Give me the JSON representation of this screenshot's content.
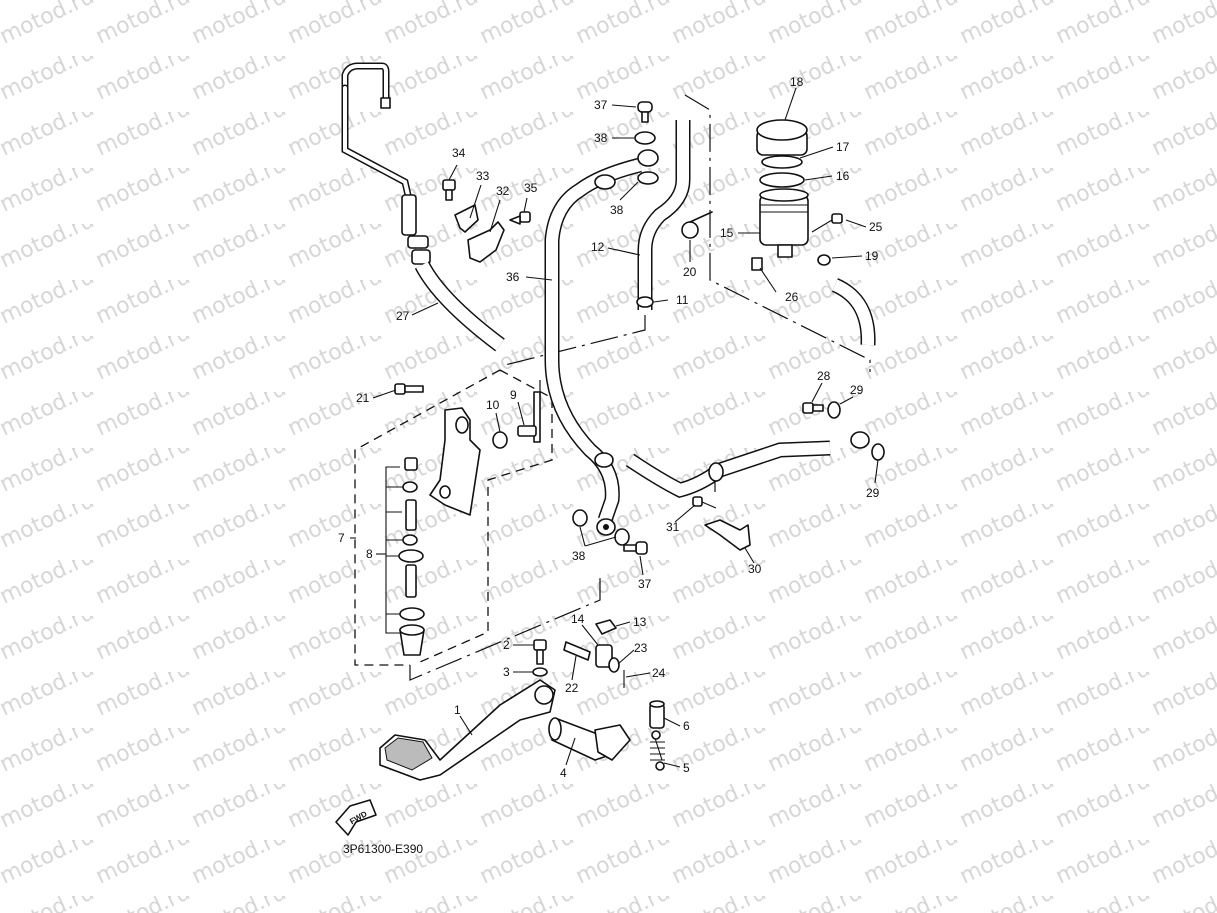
{
  "watermark": {
    "text": "motod.ru",
    "color": "#d6d6d6"
  },
  "diagram": {
    "code": "3P61300-E390",
    "fwd_label": "FWD",
    "callouts": [
      {
        "id": "1",
        "label": "1"
      },
      {
        "id": "2",
        "label": "2"
      },
      {
        "id": "3",
        "label": "3"
      },
      {
        "id": "4",
        "label": "4"
      },
      {
        "id": "5",
        "label": "5"
      },
      {
        "id": "6",
        "label": "6"
      },
      {
        "id": "7",
        "label": "7"
      },
      {
        "id": "8",
        "label": "8"
      },
      {
        "id": "9",
        "label": "9"
      },
      {
        "id": "10",
        "label": "10"
      },
      {
        "id": "11",
        "label": "11"
      },
      {
        "id": "12",
        "label": "12"
      },
      {
        "id": "13",
        "label": "13"
      },
      {
        "id": "14",
        "label": "14"
      },
      {
        "id": "15",
        "label": "15"
      },
      {
        "id": "16",
        "label": "16"
      },
      {
        "id": "17",
        "label": "17"
      },
      {
        "id": "18",
        "label": "18"
      },
      {
        "id": "19",
        "label": "19"
      },
      {
        "id": "20",
        "label": "20"
      },
      {
        "id": "21",
        "label": "21"
      },
      {
        "id": "22",
        "label": "22"
      },
      {
        "id": "23",
        "label": "23"
      },
      {
        "id": "24",
        "label": "24"
      },
      {
        "id": "25",
        "label": "25"
      },
      {
        "id": "26",
        "label": "26"
      },
      {
        "id": "27",
        "label": "27"
      },
      {
        "id": "28",
        "label": "28"
      },
      {
        "id": "29a",
        "label": "29"
      },
      {
        "id": "29b",
        "label": "29"
      },
      {
        "id": "30",
        "label": "30"
      },
      {
        "id": "31",
        "label": "31"
      },
      {
        "id": "32",
        "label": "32"
      },
      {
        "id": "33",
        "label": "33"
      },
      {
        "id": "34",
        "label": "34"
      },
      {
        "id": "35",
        "label": "35"
      },
      {
        "id": "36",
        "label": "36"
      },
      {
        "id": "37a",
        "label": "37"
      },
      {
        "id": "37b",
        "label": "37"
      },
      {
        "id": "38a",
        "label": "38"
      },
      {
        "id": "38b",
        "label": "38"
      },
      {
        "id": "38c",
        "label": "38"
      }
    ]
  }
}
